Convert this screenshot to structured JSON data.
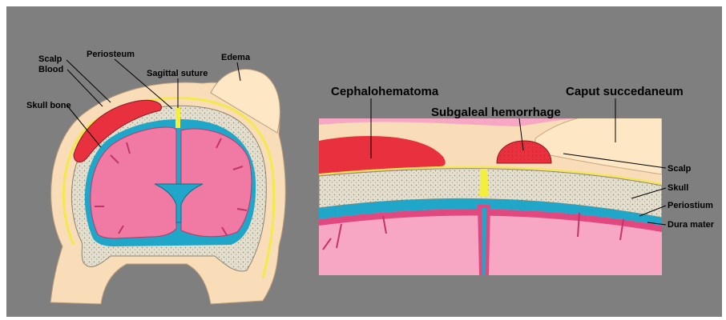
{
  "diagram": {
    "left_panel": {
      "labels": {
        "scalp": "Scalp",
        "blood": "Blood",
        "skull_bone": "Skull bone",
        "periosteum": "Periosteum",
        "sagittal_suture": "Sagittal suture",
        "edema": "Edema"
      }
    },
    "right_panel": {
      "labels": {
        "cephalohematoma": "Cephalohematoma",
        "caput_succedaneum": "Caput succedaneum",
        "subgaleal_hemorrhage": "Subgaleal hemorrhage",
        "scalp": "Scalp",
        "skull": "Skull",
        "periostium": "Periostium",
        "dura_mater": "Dura mater"
      }
    },
    "colors": {
      "background": "#7f7f7f",
      "scalp_tissue": "#f9ddb8",
      "edema": "#fde7c4",
      "blood": "#e8303e",
      "bone": "#e2ddcc",
      "periosteum_line": "#f3e94a",
      "dura": "#1fa6c8",
      "brain": "#f07aa4",
      "brain_light": "#f7a6c4",
      "suture": "#f4ee3c"
    }
  }
}
